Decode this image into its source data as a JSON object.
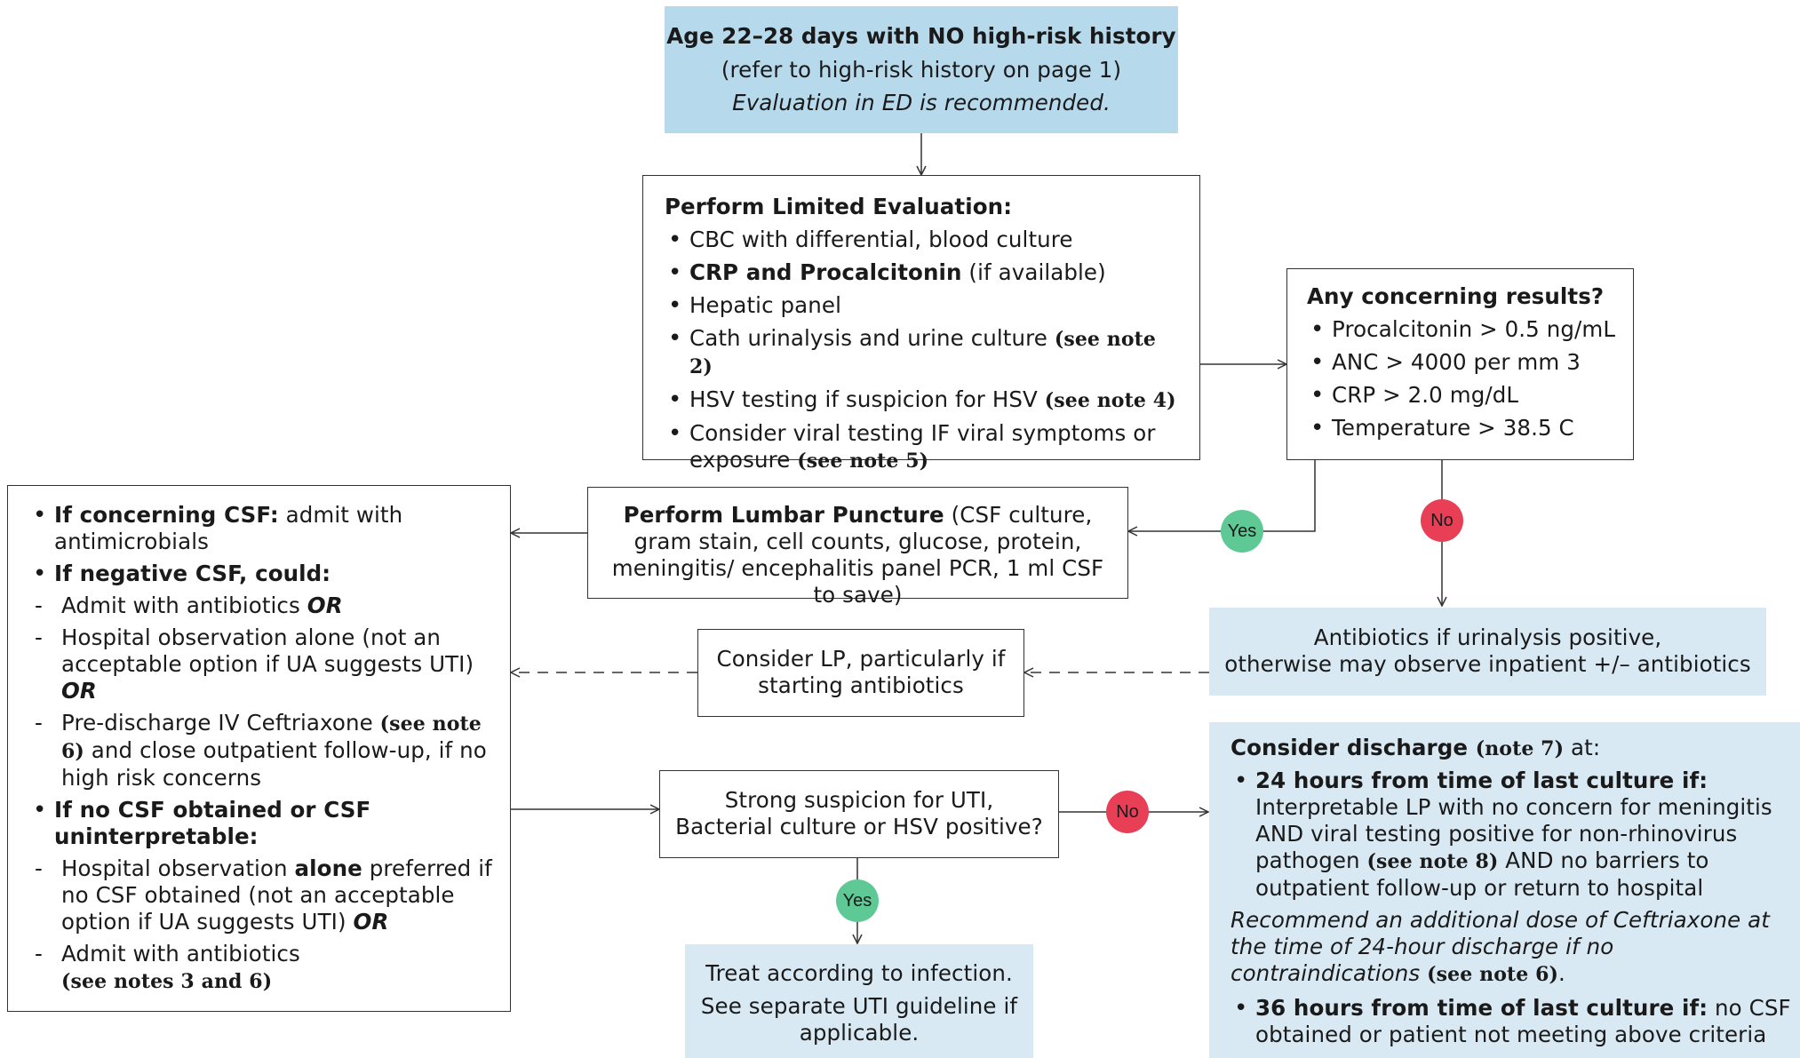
{
  "start": {
    "title": "Age 22–28 days with NO high-risk history",
    "line2": "(refer to high-risk history on page 1)",
    "line3": "Evaluation in ED is recommended."
  },
  "limited_eval": {
    "heading": "Perform Limited Evaluation:",
    "item1": "CBC with differential, blood culture",
    "item2_bold": "CRP and Procalcitonin",
    "item2_rest": " (if available)",
    "item3": "Hepatic panel",
    "item4": "Cath urinalysis and urine culture ",
    "item4_note": "(see note 2)",
    "item5": "HSV testing if suspicion for HSV ",
    "item5_note": "(see note 4)",
    "item6": "Consider viral testing IF viral symptoms or exposure ",
    "item6_note": "(see note 5)"
  },
  "concerning": {
    "heading": "Any concerning results?",
    "items": [
      "Procalcitonin > 0.5 ng/mL",
      "ANC > 4000 per mm 3",
      "CRP > 2.0 mg/dL",
      "Temperature > 38.5 C"
    ]
  },
  "lp": {
    "bold": "Perform Lumbar Puncture",
    "rest": " (CSF culture, gram stain, cell counts, glucose, protein, meningitis/ encephalitis panel PCR, 1 ml CSF to save)"
  },
  "labels": {
    "yes": "Yes",
    "no": "No"
  },
  "antibiotics": {
    "line1": "Antibiotics if urinalysis positive,",
    "line2": "otherwise may observe inpatient +/– antibiotics"
  },
  "consider_lp": {
    "text": "Consider LP, particularly if starting antibiotics"
  },
  "uti": {
    "line1": "Strong suspicion for UTI,",
    "line2": "Bacterial culture or HSV positive?"
  },
  "treat": {
    "line1": "Treat according to infection.",
    "line2": "See separate UTI guideline if applicable."
  },
  "left_panel": {
    "b1_bold": "If concerning CSF:",
    "b1_rest": " admit with antimicrobials",
    "b2_bold": "If negative CSF, could:",
    "d1": "Admit with antibiotics ",
    "d1_or": "OR",
    "d2": "Hospital observation alone (not an acceptable option if UA suggests UTI) ",
    "d2_or": "OR",
    "d3a": "Pre-discharge IV Ceftriaxone ",
    "d3_note": "(see note 6)",
    "d3b": " and close outpatient follow-up, if no high risk concerns",
    "b3_bold": "If no CSF obtained or CSF uninterpretable:",
    "d4a": "Hospital observation ",
    "d4_bold": "alone",
    "d4b": " preferred if no CSF obtained (not an acceptable option if UA suggests UTI) ",
    "d4_or": "OR",
    "d5": "Admit with antibiotics",
    "d5_note": "(see notes 3 and 6)"
  },
  "discharge": {
    "heading": "Consider discharge ",
    "heading_note": "(note 7)",
    "heading_rest": " at:",
    "b1_bold": "24 hours from time of last culture if:",
    "b1_text": "Interpretable LP with no concern for meningitis AND viral testing positive for non-rhinovirus pathogen ",
    "b1_note": "(see note 8)",
    "b1_tail": " AND no barriers to outpatient follow-up or return to hospital",
    "italic_text": "Recommend an additional dose of Ceftriaxone at the time of 24-hour discharge if no contraindications",
    "italic_note": "(see note 6)",
    "italic_end": ".",
    "b2_bold": "36 hours from time of last culture if:",
    "b2_text": " no CSF obtained or patient not meeting above criteria"
  },
  "colors": {
    "blue": "#b6d9ec",
    "light_blue": "#d8e9f3",
    "yes": "#5ec994",
    "no": "#e83f57"
  }
}
